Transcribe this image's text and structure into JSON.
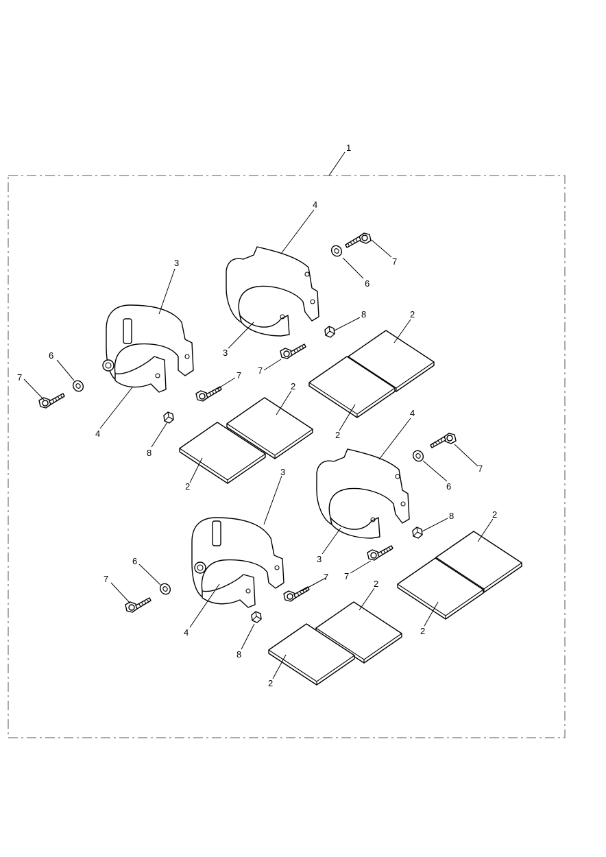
{
  "diagram": {
    "callouts": {
      "kit": "1",
      "pad": "2",
      "clamp_upper": "3",
      "clamp_lower": "4",
      "washer": "6",
      "bolt": "7",
      "nut": "8"
    }
  }
}
